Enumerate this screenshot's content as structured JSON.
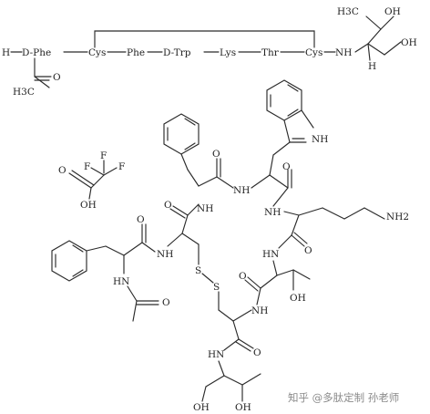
{
  "sequence": {
    "h_prefix": "H",
    "residues": [
      "D-Phe",
      "Cys",
      "Phe",
      "D-Trp",
      "Lys",
      "Thr",
      "Cys"
    ],
    "nh": "NH",
    "acetyl_ch3": "H3C",
    "acetyl_o": "O",
    "threoninol": {
      "ch3": "H3C",
      "oh_top": "OH",
      "oh_side": "OH"
    }
  },
  "tfa": {
    "f1": "F",
    "f2": "F",
    "f3": "F",
    "o": "O",
    "oh": "OH"
  },
  "structure": {
    "nh_trp_indole": "NH",
    "nh_labels": [
      "NH",
      "NH",
      "HN",
      "NH",
      "HN",
      "NH",
      "NH"
    ],
    "o_labels": [
      "O",
      "O",
      "O",
      "O",
      "O",
      "O",
      "O"
    ],
    "s1": "S",
    "s2": "S",
    "nh2": "NH2",
    "oh_thr": "OH",
    "oh_bottom1": "OH",
    "oh_bottom2": "OH"
  },
  "watermark": {
    "text": "知乎 @多肽定制 孙老师"
  }
}
